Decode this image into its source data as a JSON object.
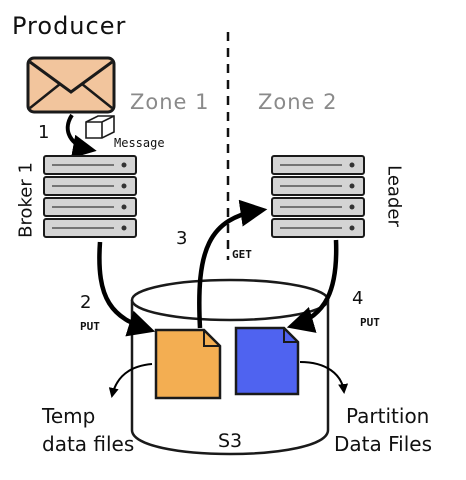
{
  "title": "Producer",
  "zones": {
    "left": "Zone 1",
    "right": "Zone 2"
  },
  "nodes": {
    "broker": "Broker 1",
    "leader": "Leader",
    "storage": "S3",
    "message": "Message"
  },
  "steps": [
    {
      "number": "1",
      "op": ""
    },
    {
      "number": "2",
      "op": "PUT"
    },
    {
      "number": "3",
      "op": "GET"
    },
    {
      "number": "4",
      "op": "PUT"
    }
  ],
  "outputs": {
    "temp_line1": "Temp",
    "temp_line2": "data files",
    "partition_line1": "Partition",
    "partition_line2": "Data Files"
  },
  "colors": {
    "envelope": "#f2c59d",
    "temp_file": "#f3ae52",
    "partition_file": "#4f63f0",
    "server": "#d4d4d4",
    "zone_text": "#8a8a8a"
  }
}
